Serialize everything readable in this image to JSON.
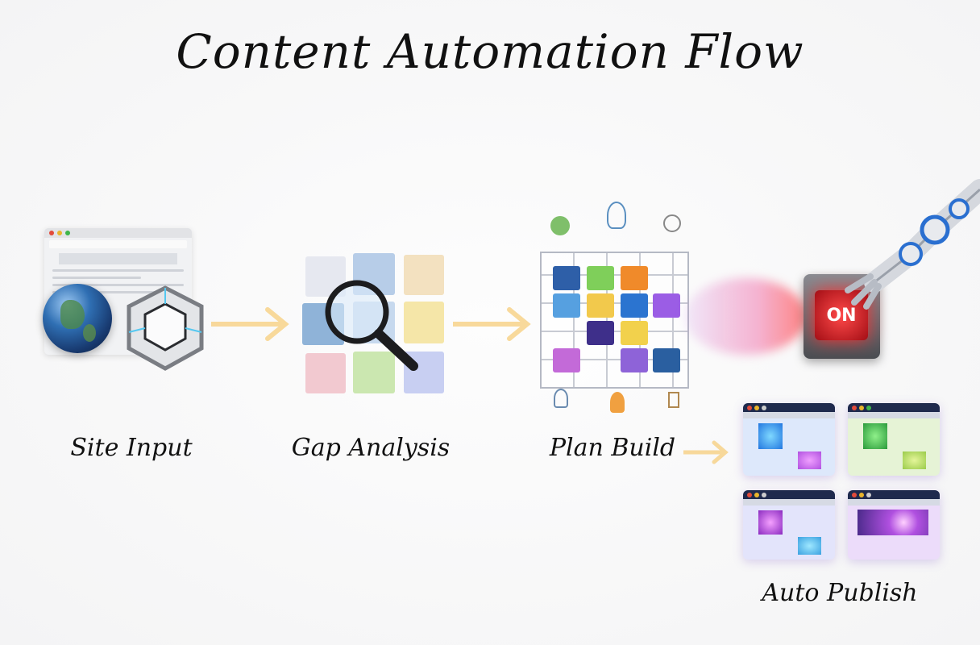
{
  "title": "Content Automation Flow",
  "steps": [
    {
      "label": "Site Input"
    },
    {
      "label": "Gap Analysis"
    },
    {
      "label": "Plan Build"
    },
    {
      "label": "Auto Publish"
    }
  ],
  "switch": {
    "label": "ON",
    "color": "#e8202a"
  },
  "colors": {
    "arrow": "#f7d28a",
    "plan_tiles": [
      "#2e5fa8",
      "#7fcf5a",
      "#f08a2a",
      "#56a0e0",
      "#f2c94c",
      "#2b74d0",
      "#9b5de5",
      "#3e2f8a",
      "#f2d14c",
      "#c36ad8",
      "#e96bd0",
      "#8e63d8",
      "#2a5fa0"
    ]
  }
}
